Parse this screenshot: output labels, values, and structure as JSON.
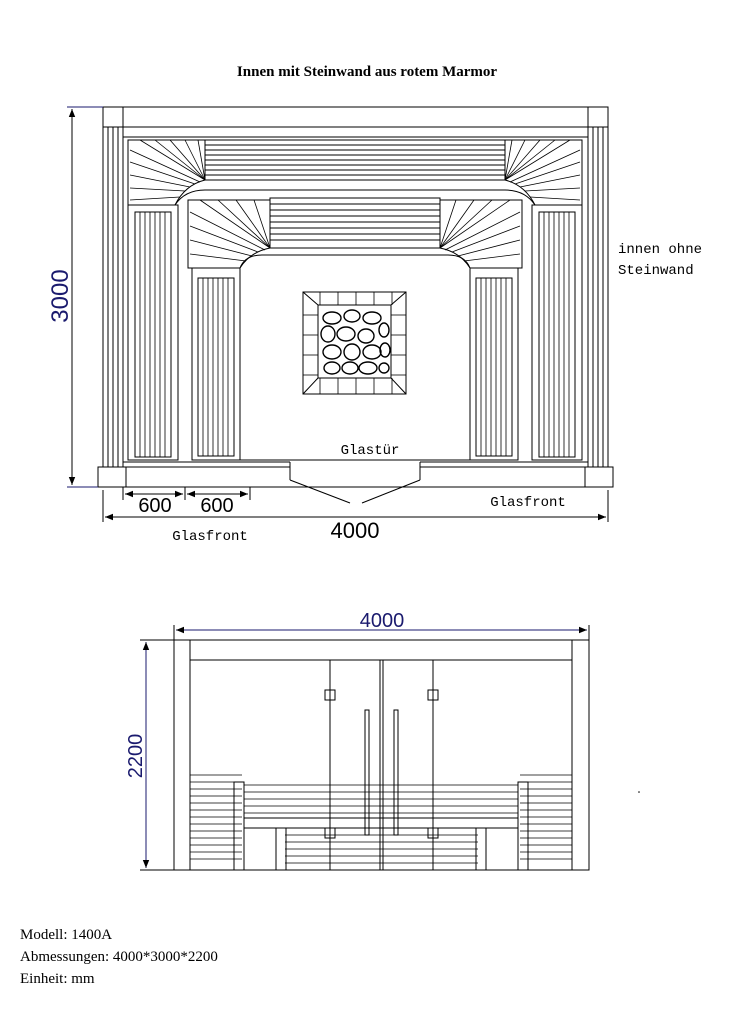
{
  "title": "Innen mit Steinwand aus rotem Marmor",
  "plan": {
    "dim_depth": "3000",
    "dim_width": "4000",
    "dim_600_a": "600",
    "dim_600_b": "600",
    "label_glass_door": "Glastür",
    "label_glass_front_left": "Glasfront",
    "label_glass_front_right": "Glasfront",
    "note_line1": "innen ohne",
    "note_line2": "Steinwand"
  },
  "elevation": {
    "dim_width": "4000",
    "dim_height": "2200"
  },
  "specs": {
    "model": "Modell: 1400A",
    "dimensions": "Abmessungen: 4000*3000*2200",
    "unit": "Einheit: mm"
  },
  "colors": {
    "line": "#000000",
    "dimension_line": "#1a1a6e",
    "background": "#ffffff"
  }
}
